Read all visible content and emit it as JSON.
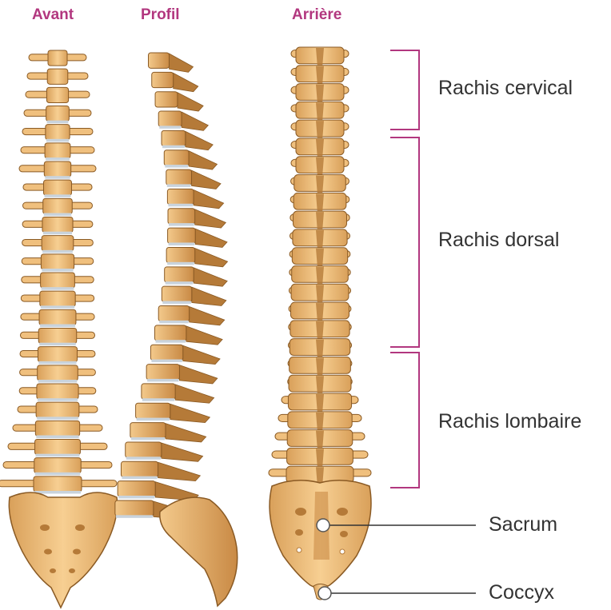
{
  "views": {
    "front": "Avant",
    "profile": "Profil",
    "back": "Arrière"
  },
  "regions": {
    "cervical": "Rachis cervical",
    "dorsal": "Rachis dorsal",
    "lombaire": "Rachis lombaire"
  },
  "callouts": {
    "sacrum": "Sacrum",
    "coccyx": "Coccyx"
  },
  "colors": {
    "title": "#b2377f",
    "bracket": "#b2377f",
    "bone": "#f0c07e",
    "bone_dark": "#b57a38",
    "outline": "#8a5a24",
    "disc": "#c9d3dc",
    "label": "#333333"
  }
}
